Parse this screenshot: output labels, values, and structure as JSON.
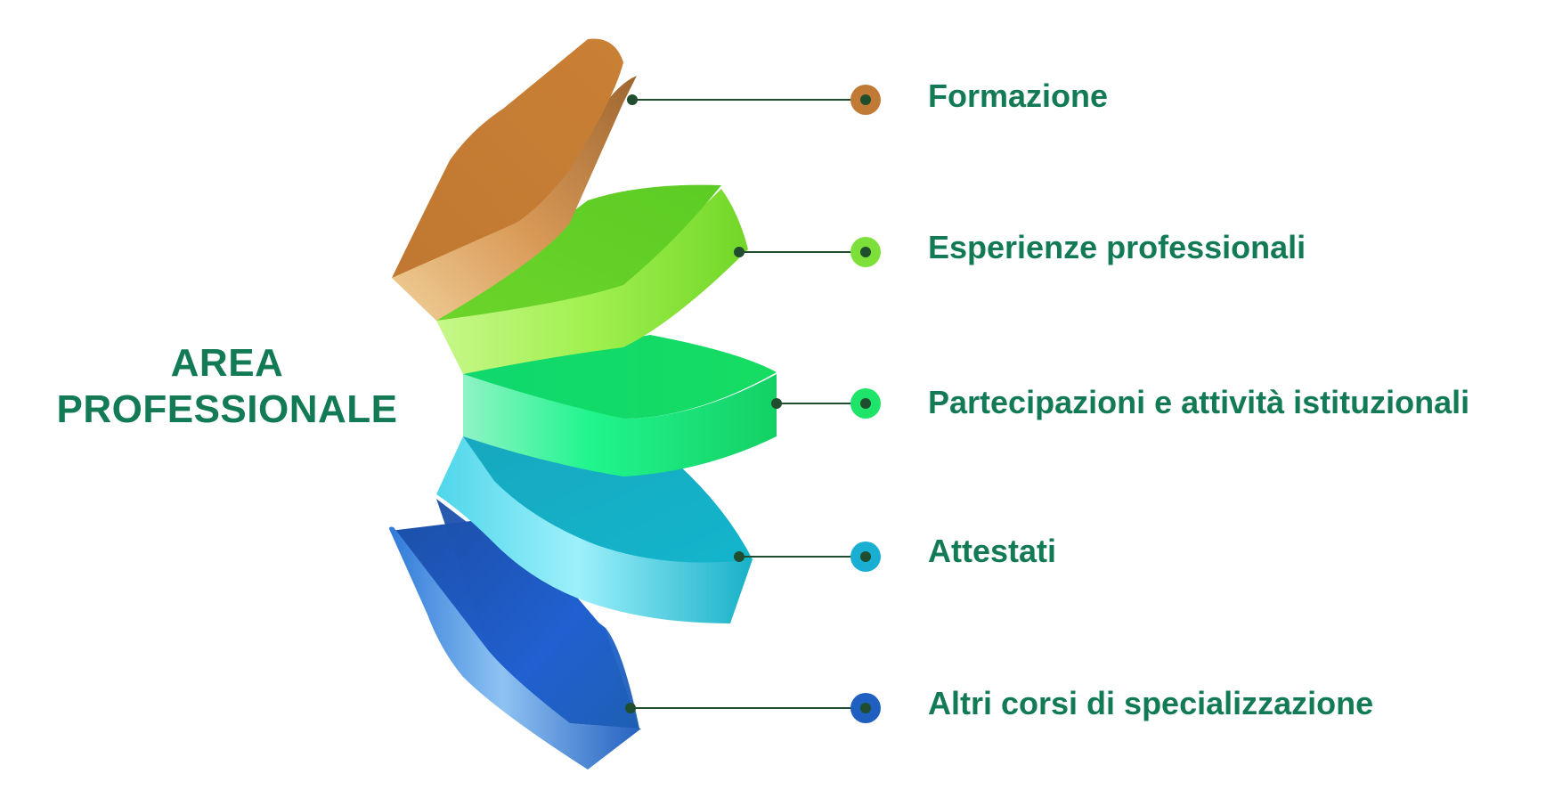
{
  "title": {
    "line1": "AREA",
    "line2": "PROFESSIONALE"
  },
  "items": [
    {
      "label": "Formazione",
      "color": "#c07a35"
    },
    {
      "label": "Esperienze professionali",
      "color": "#7de03a"
    },
    {
      "label": "Partecipazioni e attività istituzionali",
      "color": "#1ee46a"
    },
    {
      "label": "Attestati",
      "color": "#1aafd2"
    },
    {
      "label": "Altri corsi di specializzazione",
      "color": "#1f5fc0"
    }
  ],
  "colors": {
    "text": "#127a55",
    "connector": "#1f4d2e"
  }
}
